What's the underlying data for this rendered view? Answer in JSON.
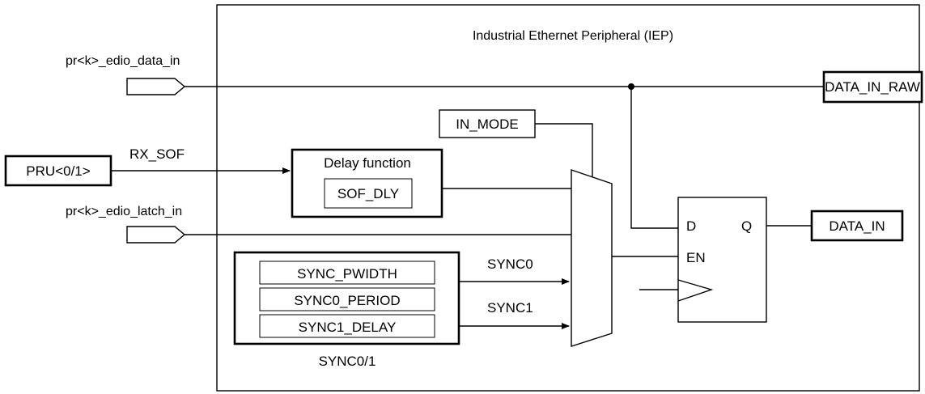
{
  "iep": {
    "title": "Industrial Ethernet Peripheral (IEP)"
  },
  "inputs": {
    "edio_data_in": "pr<k>_edio_data_in",
    "rx_sof": "RX_SOF",
    "pru": "PRU<0/1>",
    "edio_latch_in": "pr<k>_edio_latch_in"
  },
  "blocks": {
    "in_mode": "IN_MODE",
    "delay_function": "Delay function",
    "sof_dly": "SOF_DLY",
    "sync_pwidth": "SYNC_PWIDTH",
    "sync0_period": "SYNC0_PERIOD",
    "sync1_delay": "SYNC1_DELAY",
    "sync_group_caption": "SYNC0/1",
    "sync0_label": "SYNC0",
    "sync1_label": "SYNC1"
  },
  "flipflop": {
    "d": "D",
    "q": "Q",
    "en": "EN"
  },
  "outputs": {
    "data_in_raw": "DATA_IN_RAW",
    "data_in": "DATA_IN"
  }
}
